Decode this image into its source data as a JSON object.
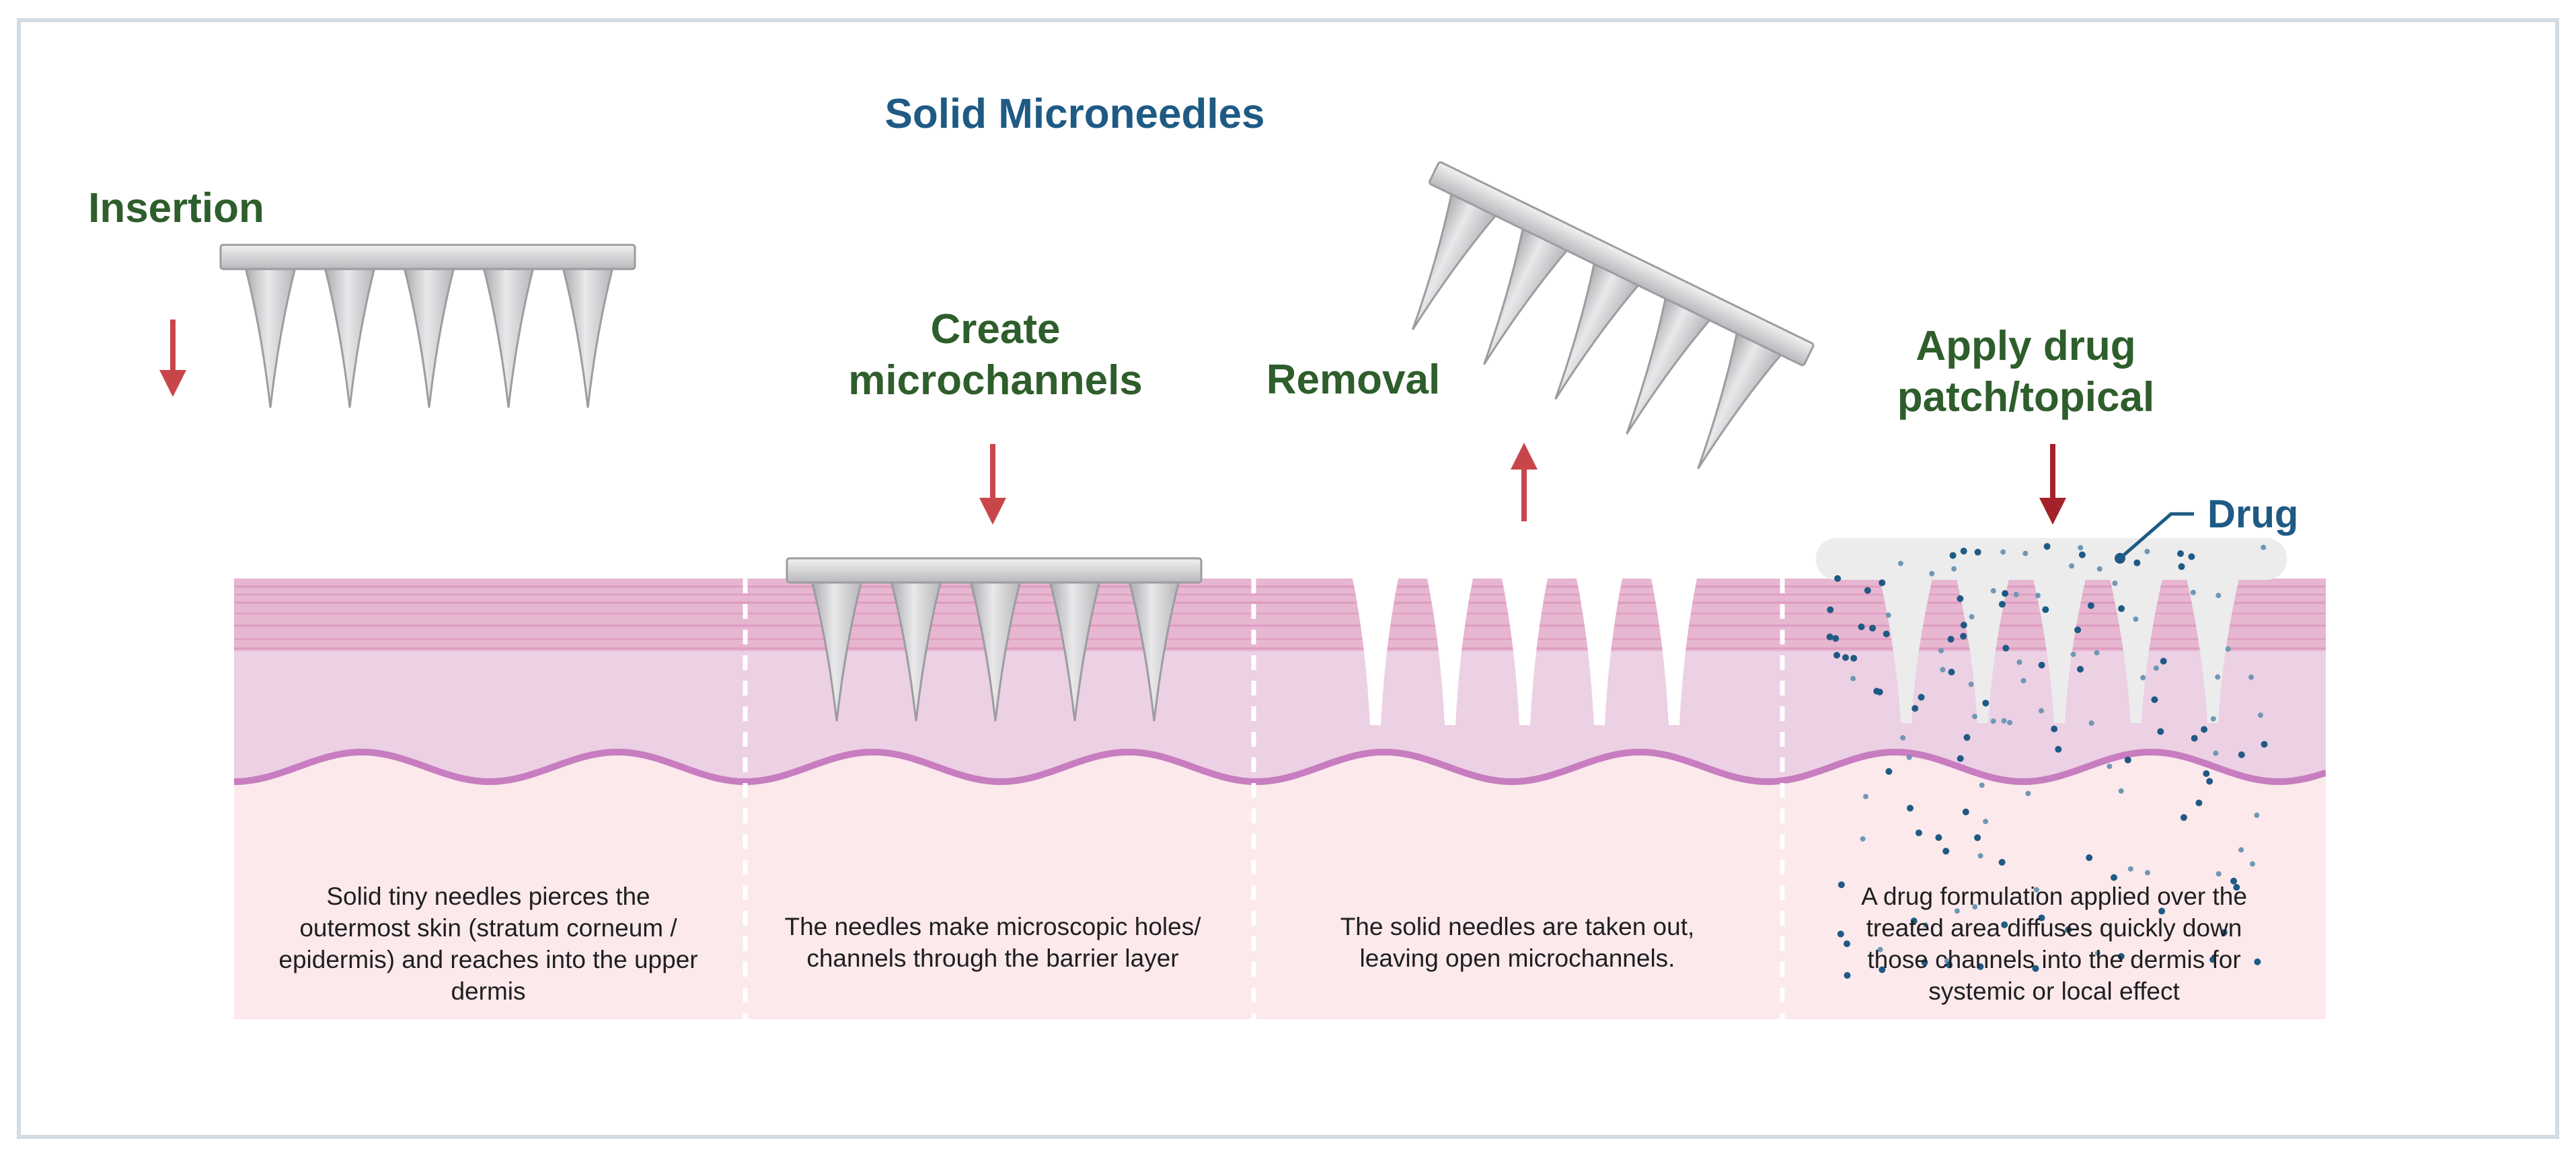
{
  "title": "Solid Microneedles",
  "colors": {
    "title": "#1e5a84",
    "step_label": "#2e5e2b",
    "arrow": "#c8464a",
    "arrow_dark": "#a3222a",
    "epidermis": "#e7b6d1",
    "dermis": "#ecd0e4",
    "hypodermis": "#fbe9ec",
    "wave_line": "#c77dc0",
    "needle": "#cdcdd0",
    "drug_dot": "#1e5a84",
    "frame_border": "#d3dbe3"
  },
  "steps": [
    {
      "label_lines": [
        "Insertion"
      ],
      "arrow_direction": "down",
      "caption_lines": [
        "Solid tiny needles pierces the",
        "outermost skin (stratum corneum /",
        "epidermis) and reaches into the upper",
        "dermis"
      ]
    },
    {
      "label_lines": [
        "Create",
        "microchannels"
      ],
      "arrow_direction": "down",
      "caption_lines": [
        "The needles make microscopic holes/",
        "channels through the barrier layer"
      ]
    },
    {
      "label_lines": [
        "Removal"
      ],
      "arrow_direction": "up",
      "caption_lines": [
        "The solid needles are taken out,",
        "leaving open microchannels."
      ]
    },
    {
      "label_lines": [
        "Apply drug",
        "patch/topical"
      ],
      "arrow_direction": "down",
      "caption_lines": [
        "A drug formulation applied over the",
        "treated area diffuses quickly down",
        "those channels into the dermis for",
        "systemic or local effect"
      ]
    }
  ],
  "drug_label": "Drug"
}
